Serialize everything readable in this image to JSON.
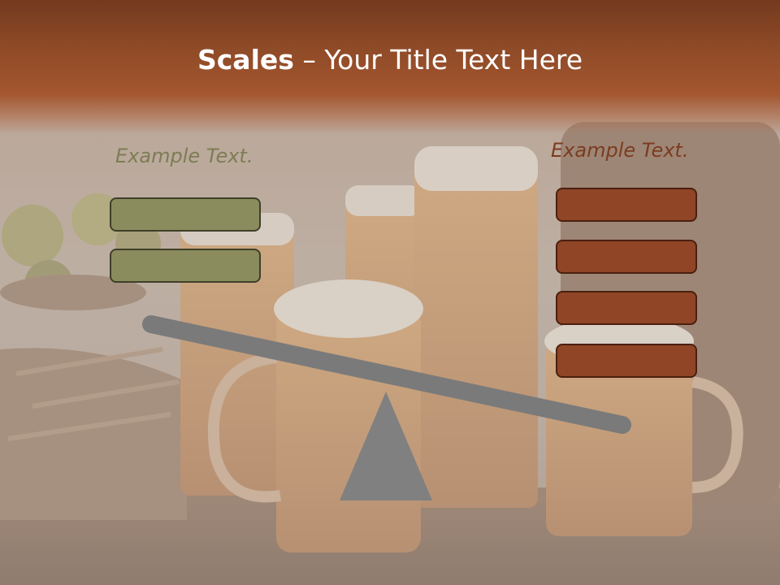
{
  "slide": {
    "title_bold": "Scales",
    "title_rest": " – Your Title Text Here"
  },
  "left": {
    "label": "Example Text.",
    "box_count": 2,
    "color": "#8b8c5e"
  },
  "right": {
    "label": "Example Text.",
    "box_count": 4,
    "color": "#8f4526"
  },
  "scale": {
    "beam_color": "#7a7a7a",
    "fulcrum_color": "#808080"
  }
}
